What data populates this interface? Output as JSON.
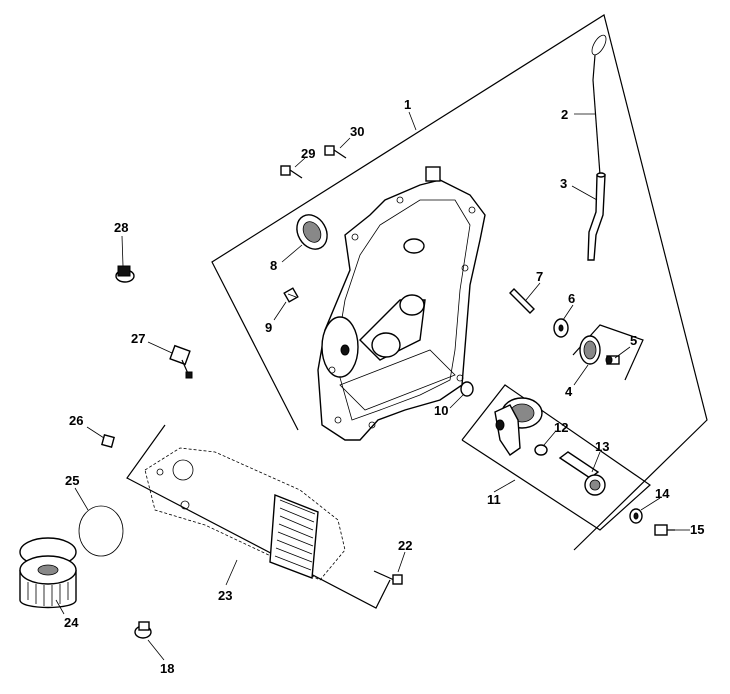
{
  "callouts": {
    "p1": "1",
    "p2": "2",
    "p3": "3",
    "p4": "4",
    "p5": "5",
    "p6": "6",
    "p7": "7",
    "p8": "8",
    "p9": "9",
    "p10": "10",
    "p11": "11",
    "p12": "12",
    "p13": "13",
    "p14": "14",
    "p15": "15",
    "p18": "18",
    "p22": "22",
    "p23": "23",
    "p24": "24",
    "p25": "25",
    "p26": "26",
    "p27": "27",
    "p28": "28",
    "p29": "29",
    "p30": "30"
  }
}
